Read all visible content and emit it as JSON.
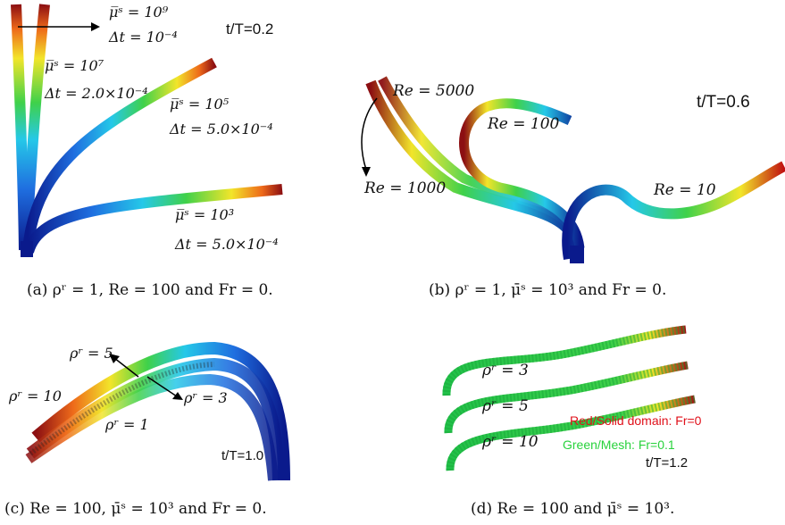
{
  "panel_a": {
    "time_label": "t/T=0.2",
    "mu1": "μ̅ˢ = 10⁹",
    "dt1": "Δt = 10⁻⁴",
    "mu2": "μ̅ˢ = 10⁷",
    "dt2": "Δt = 2.0×10⁻⁴",
    "mu3": "μ̅ˢ = 10⁵",
    "dt3": "Δt = 5.0×10⁻⁴",
    "mu4": "μ̅ˢ = 10³",
    "dt4": "Δt = 5.0×10⁻⁴",
    "caption": "(a) ρʳ = 1, Re = 100 and Fr = 0."
  },
  "panel_b": {
    "time_label": "t/T=0.6",
    "re5000": "Re = 5000",
    "re100": "Re = 100",
    "re1000": "Re = 1000",
    "re10": "Re = 10",
    "caption": "(b) ρʳ = 1, μ̄ˢ = 10³ and Fr = 0."
  },
  "panel_c": {
    "rho5": "ρʳ = 5",
    "rho10": "ρʳ = 10",
    "rho3": "ρʳ = 3",
    "rho1": "ρʳ = 1",
    "time_label": "t/T=1.0",
    "caption": "(c) Re = 100, μ̄ˢ = 10³ and Fr = 0."
  },
  "panel_d": {
    "rho3": "ρʳ = 3",
    "rho5": "ρʳ = 5",
    "rho10": "ρʳ = 10",
    "legend_red": "Red/Solid domain: Fr=0",
    "legend_green": "Green/Mesh:  Fr=0.1",
    "time_label": "t/T=1.2",
    "caption": "(d) Re = 100 and μ̄ˢ = 10³."
  },
  "colors": {
    "jet_blue": "#0a1a8c",
    "jet_cyan": "#25c8e8",
    "jet_green": "#3fd14a",
    "jet_yellow": "#f2e52a",
    "jet_red": "#8c0f12",
    "mesh_green": "#22c24a",
    "legend_red": "#e0101a",
    "legend_green": "#28d23c"
  }
}
